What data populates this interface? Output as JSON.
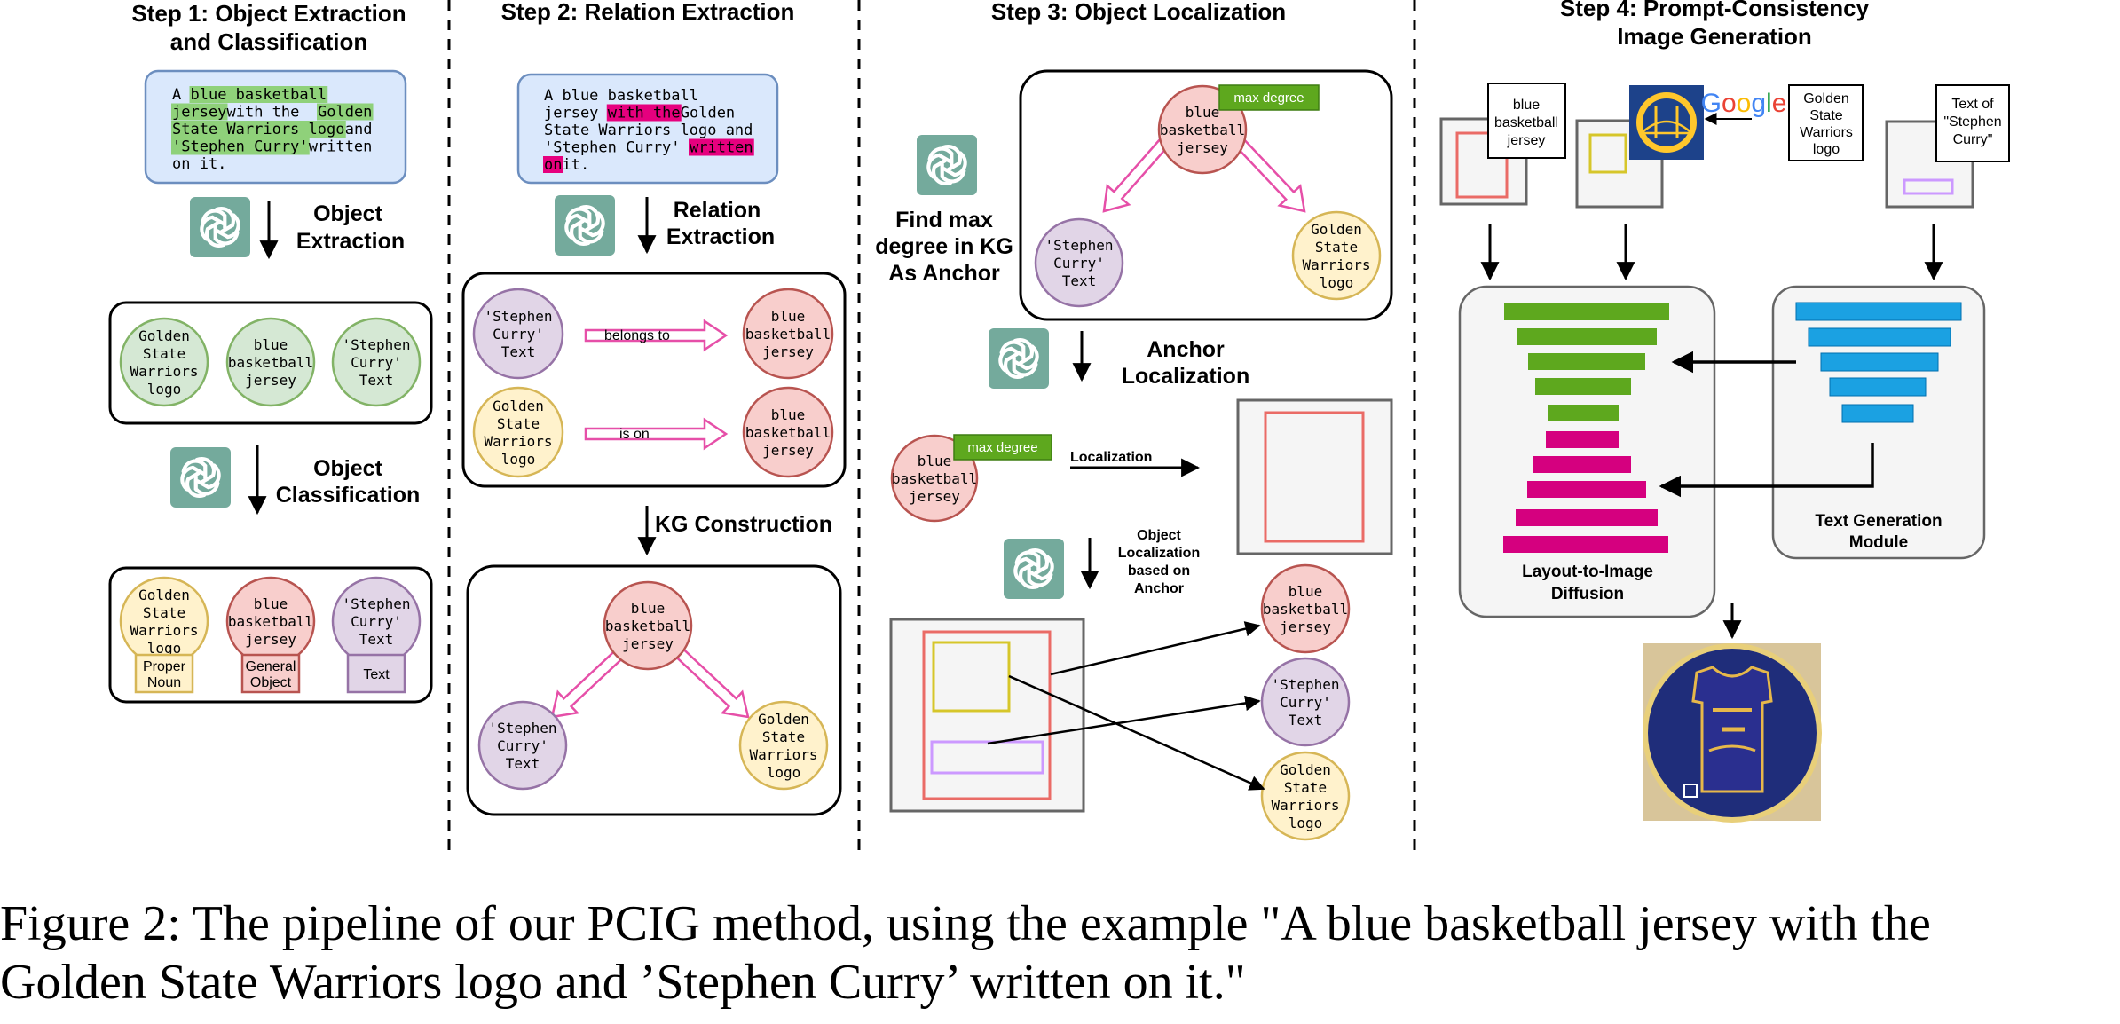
{
  "colors": {
    "green_fill": "#d5e8d4",
    "green_stroke": "#82b366",
    "red_fill": "#f8cecc",
    "red_stroke": "#b85450",
    "purple_fill": "#e1d5e7",
    "purple_stroke": "#9673a6",
    "yellow_fill": "#fff2cc",
    "yellow_stroke": "#d6b656",
    "blue_fill": "#dae8fc",
    "blue_stroke": "#6c8ebf",
    "pink_arrow": "#e64fa8",
    "highlight_green": "#8fd17a",
    "highlight_pink": "#e6007e",
    "bar_green": "#5ea81e",
    "bar_pink": "#d5007f",
    "bar_blue": "#1ba1e2"
  },
  "icons": {
    "openai": "openai-logo-icon",
    "warriors": "golden-state-warriors-logo-icon",
    "google": "google-logo-icon",
    "jersey_image": "generated-jersey-image"
  },
  "step1": {
    "title_l1": "Step 1: Object Extraction",
    "title_l2": "and Classification",
    "prompt_lines": [
      [
        "A ",
        "blue basketball"
      ],
      [
        "jersey",
        " with the ",
        "Golden"
      ],
      [
        "State Warriors logo",
        " and"
      ],
      [
        "'Stephen Curry'",
        " written"
      ],
      [
        "on it."
      ]
    ],
    "extraction_label_l1": "Object",
    "extraction_label_l2": "Extraction",
    "classification_label_l1": "Object",
    "classification_label_l2": "Classification",
    "objects": [
      [
        "Golden",
        "State",
        "Warriors",
        "logo"
      ],
      [
        "blue",
        "basketball",
        "jersey"
      ],
      [
        "'Stephen",
        "Curry'",
        "Text"
      ]
    ],
    "categories": [
      [
        "Proper",
        "Noun"
      ],
      [
        "General",
        "Object"
      ],
      [
        "Text"
      ]
    ]
  },
  "step2": {
    "title": "Step 2: Relation Extraction",
    "prompt_lines": [
      [
        "A blue basketball"
      ],
      [
        "jersey ",
        "with the",
        " Golden"
      ],
      [
        "State Warriors logo and"
      ],
      [
        "'Stephen Curry' ",
        "written"
      ],
      [
        "on",
        " it."
      ]
    ],
    "relation_label_l1": "Relation",
    "relation_label_l2": "Extraction",
    "relations": [
      {
        "subject": [
          "'Stephen",
          "Curry'",
          "Text"
        ],
        "predicate": "belongs to",
        "object": [
          "blue",
          "basketball",
          "jersey"
        ]
      },
      {
        "subject": [
          "Golden",
          "State",
          "Warriors",
          "logo"
        ],
        "predicate": "is on",
        "object": [
          "blue",
          "basketball",
          "jersey"
        ]
      }
    ],
    "kg_label": "KG Construction",
    "kg_root": [
      "blue",
      "basketball",
      "jersey"
    ],
    "kg_left": [
      "'Stephen",
      "Curry'",
      "Text"
    ],
    "kg_right": [
      "Golden",
      "State",
      "Warriors",
      "logo"
    ]
  },
  "step3": {
    "title": "Step 3: Object Localization",
    "find_label": [
      "Find max",
      "degree in KG",
      "As Anchor"
    ],
    "max_degree": "max degree",
    "anchor_label_l1": "Anchor",
    "anchor_label_l2": "Localization",
    "localization": "Localization",
    "object_loc_label": [
      "Object",
      "Localization",
      "based on",
      "Anchor"
    ],
    "kg_root": [
      "blue",
      "basketball",
      "jersey"
    ],
    "kg_left": [
      "'Stephen",
      "Curry'",
      "Text"
    ],
    "kg_right": [
      "Golden",
      "State",
      "Warriors",
      "logo"
    ],
    "anchor_node": [
      "blue",
      "basketball",
      "jersey"
    ],
    "targets": [
      [
        "blue",
        "basketball",
        "jersey"
      ],
      [
        "'Stephen",
        "Curry'",
        "Text"
      ],
      [
        "Golden",
        "State",
        "Warriors",
        "logo"
      ]
    ]
  },
  "step4": {
    "title_l1": "Step 4: Prompt-Consistency",
    "title_l2": "Image Generation",
    "cond1": [
      "blue",
      "basketball",
      "jersey"
    ],
    "cond2": [
      "Golden",
      "State",
      "Warriors",
      "logo"
    ],
    "cond3": [
      "Text of",
      "\"Stephen",
      "Curry\""
    ],
    "google": "Google",
    "diffusion_l1": "Layout-to-Image",
    "diffusion_l2": "Diffusion",
    "textgen_l1": "Text Generation",
    "textgen_l2": "Module"
  },
  "caption": {
    "line1": "Figure 2: The pipeline of our PCIG method, using the example \"A blue basketball jersey with the",
    "line2": "Golden State Warriors logo and ’Stephen Curry’ written on it.\""
  }
}
